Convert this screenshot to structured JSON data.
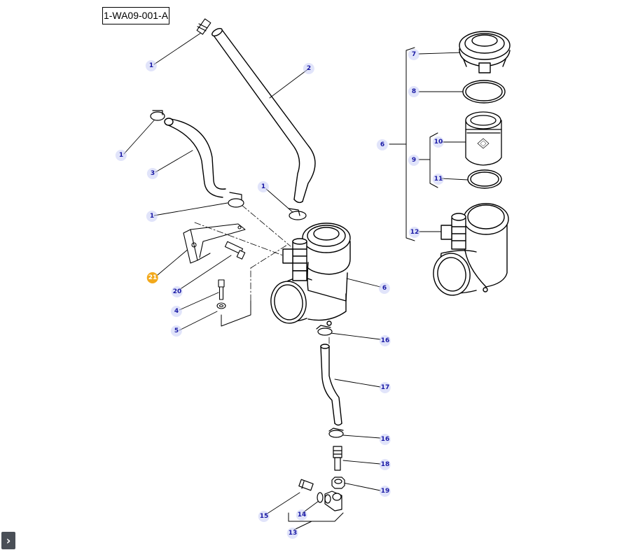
{
  "diagram": {
    "figure_id": "1-WA09-001-A",
    "callouts": [
      {
        "id": "c1a",
        "label": "1"
      },
      {
        "id": "c2",
        "label": "2"
      },
      {
        "id": "c1b",
        "label": "1"
      },
      {
        "id": "c3",
        "label": "3"
      },
      {
        "id": "c1c",
        "label": "1"
      },
      {
        "id": "c1d",
        "label": "1"
      },
      {
        "id": "c21",
        "label": "21",
        "highlight": true
      },
      {
        "id": "c20",
        "label": "20"
      },
      {
        "id": "c4",
        "label": "4"
      },
      {
        "id": "c5",
        "label": "5"
      },
      {
        "id": "c6a",
        "label": "6"
      },
      {
        "id": "c16a",
        "label": "16"
      },
      {
        "id": "c17",
        "label": "17"
      },
      {
        "id": "c16b",
        "label": "16"
      },
      {
        "id": "c18",
        "label": "18"
      },
      {
        "id": "c19",
        "label": "19"
      },
      {
        "id": "c15",
        "label": "15"
      },
      {
        "id": "c14",
        "label": "14"
      },
      {
        "id": "c13",
        "label": "13"
      },
      {
        "id": "c6b",
        "label": "6"
      },
      {
        "id": "c7",
        "label": "7"
      },
      {
        "id": "c8",
        "label": "8"
      },
      {
        "id": "c9",
        "label": "9"
      },
      {
        "id": "c10",
        "label": "10"
      },
      {
        "id": "c11",
        "label": "11"
      },
      {
        "id": "c12",
        "label": "12"
      }
    ]
  },
  "ui": {
    "expand_icon": "chevron-right-icon",
    "expand_glyph": "›"
  },
  "colors": {
    "callout_text": "#1a1aa6",
    "callout_highlight": "#f2a91c"
  }
}
